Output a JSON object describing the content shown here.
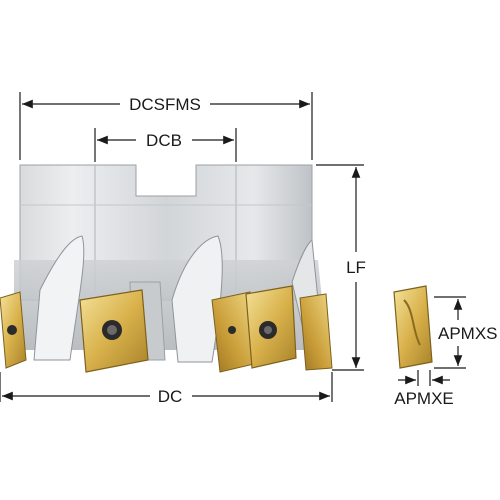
{
  "labels": {
    "dcsfms": "DCSFMS",
    "dcb": "DCB",
    "lf": "LF",
    "dc": "DC",
    "apmxs": "APMXS",
    "apmxe": "APMXE"
  },
  "colors": {
    "steel_light": "#e2e4e6",
    "steel_mid": "#c3c6c9",
    "steel_dark": "#8f9499",
    "gold_light": "#f1dd8e",
    "gold_mid": "#d7b049",
    "gold_dark": "#a07c22",
    "line": "#1a1a1a"
  }
}
